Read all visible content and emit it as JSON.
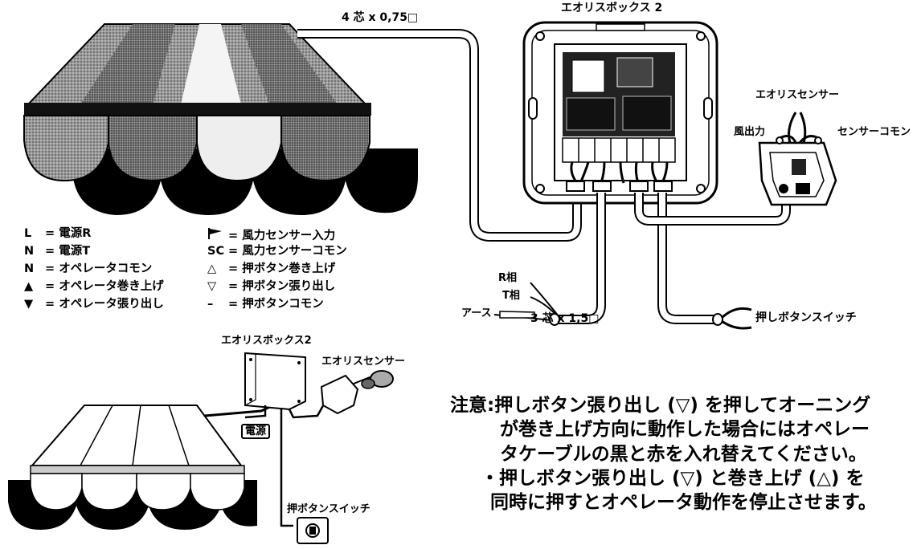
{
  "top": {
    "cable_4core": "4 芯 x 0,75□",
    "box_title": "エオリスボックス 2",
    "sensor_title": "エオリスセンサー",
    "wind_output": "風出力",
    "sensor_common": "センサーコモン",
    "phase_r": "R相",
    "phase_t": "T相",
    "earth": "アース",
    "cable_3core": "3 芯 x 1,5□",
    "push_switch": "押しボタンスイッチ"
  },
  "legend": {
    "left": [
      {
        "symbol": "L",
        "text": "= 電源R"
      },
      {
        "symbol": "N",
        "text": "= 電源T"
      },
      {
        "symbol": "N",
        "text": "= オペレータコモン"
      },
      {
        "symbol": "▲",
        "text": "= オペレータ巻き上げ"
      },
      {
        "symbol": "▼",
        "text": "= オペレータ張り出し"
      }
    ],
    "right": [
      {
        "symbol": "flag",
        "text": "= 風力センサー入力"
      },
      {
        "symbol": "SC",
        "text": "= 風力センサーコモン"
      },
      {
        "symbol": "△",
        "text": "= 押ボタン巻き上げ"
      },
      {
        "symbol": "▽",
        "text": "= 押ボタン張り出し"
      },
      {
        "symbol": "–",
        "text": "= 押ボタンコモン"
      }
    ]
  },
  "bottom": {
    "box_title": "エオリスボックス2",
    "sensor_title": "エオリスセンサー",
    "power": "電源",
    "push_switch": "押ボタンスイッチ"
  },
  "note": {
    "lines": [
      "注意:押しボタン張り出し (▽) を押してオーニング",
      "が巻き上げ方向に動作した場合にはオペレー",
      "タケーブルの黒と赤を入れ替えてください。",
      "・押しボタン張り出し (▽) と巻き上げ (△) を",
      "同時に押すとオペレータ動作を停止させます。"
    ]
  }
}
